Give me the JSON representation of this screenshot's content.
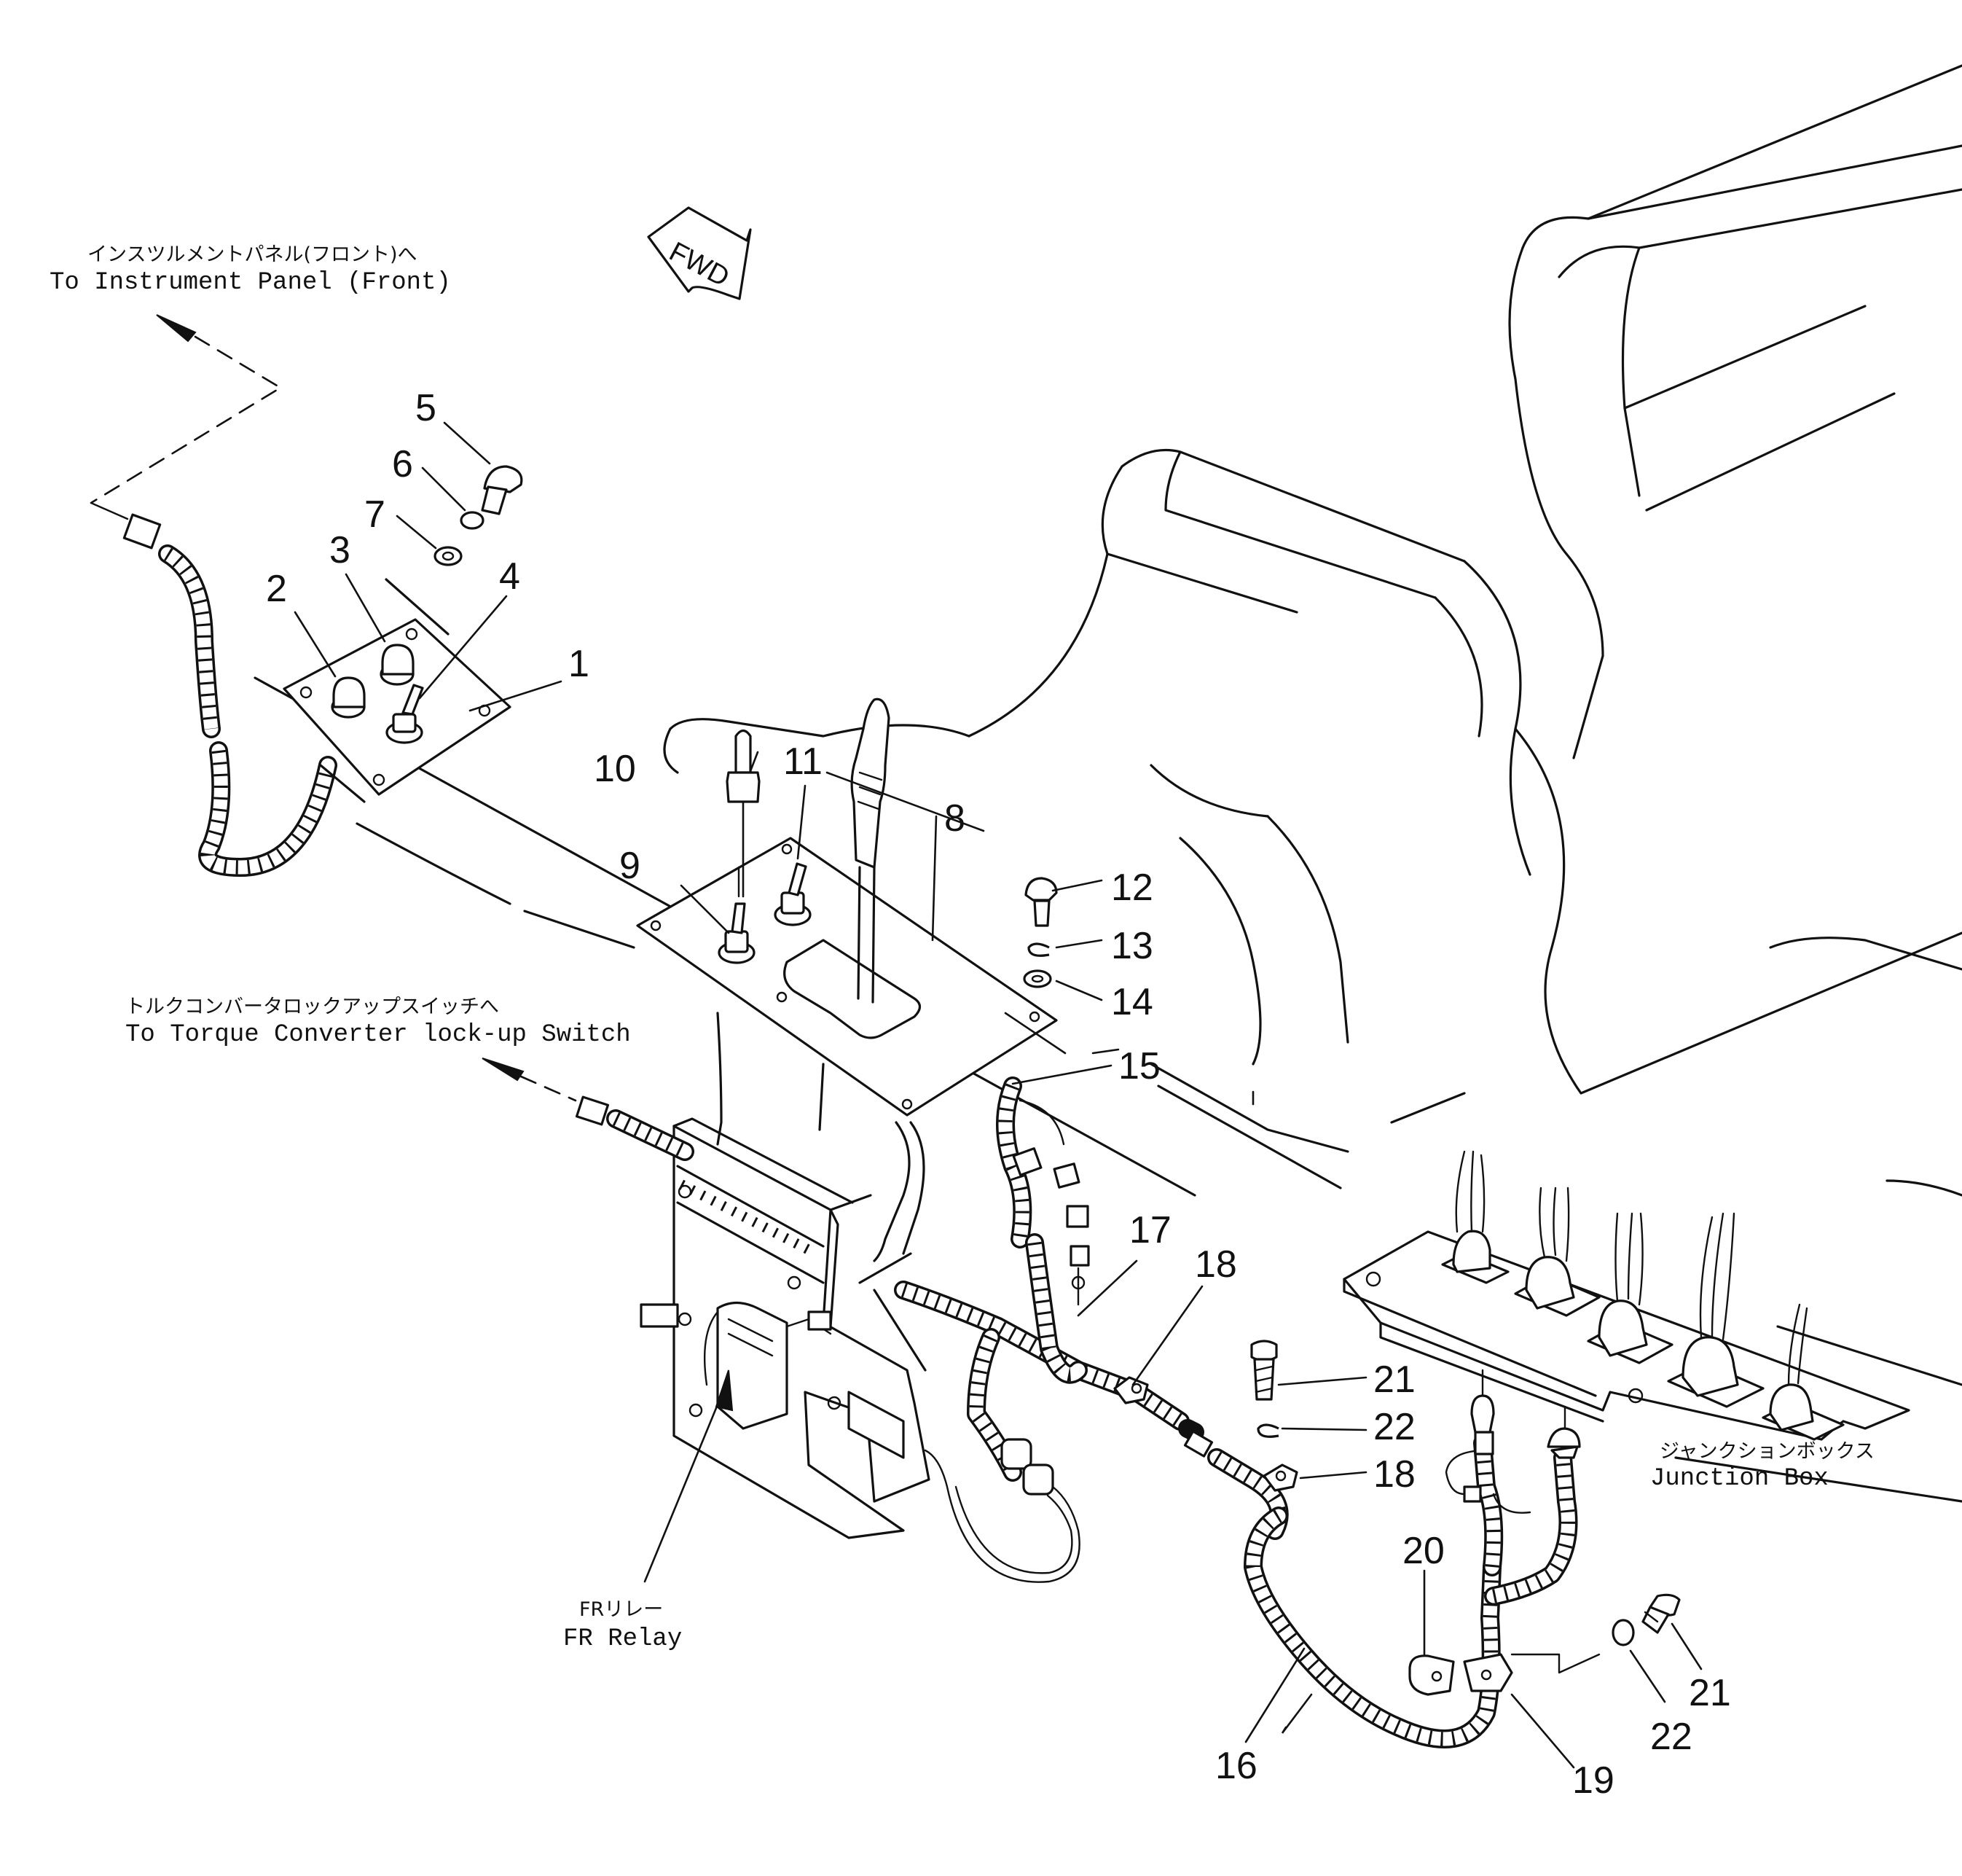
{
  "direction_marker": "FWD",
  "callouts": {
    "instrument_panel": {
      "jp": "インスツルメントパネル(フロント)へ",
      "en": "To Instrument Panel (Front)"
    },
    "torque_converter": {
      "jp": "トルクコンバータロックアップスイッチへ",
      "en": "To Torque Converter lock-up Switch"
    },
    "fr_relay": {
      "jp": "FRリレー",
      "en": "FR Relay"
    },
    "junction_box": {
      "jp": "ジャンクションボックス",
      "en": "Junction Box"
    }
  },
  "part_numbers": {
    "p1": "1",
    "p2": "2",
    "p3": "3",
    "p4": "4",
    "p5": "5",
    "p6": "6",
    "p7": "7",
    "p8": "8",
    "p9": "9",
    "p10": "10",
    "p11": "11",
    "p12": "12",
    "p13": "13",
    "p14": "14",
    "p15": "15",
    "p16": "16",
    "p17": "17",
    "p18a": "18",
    "p18b": "18",
    "p19": "19",
    "p20": "20",
    "p21a": "21",
    "p21b": "21",
    "p22a": "22",
    "p22b": "22"
  }
}
